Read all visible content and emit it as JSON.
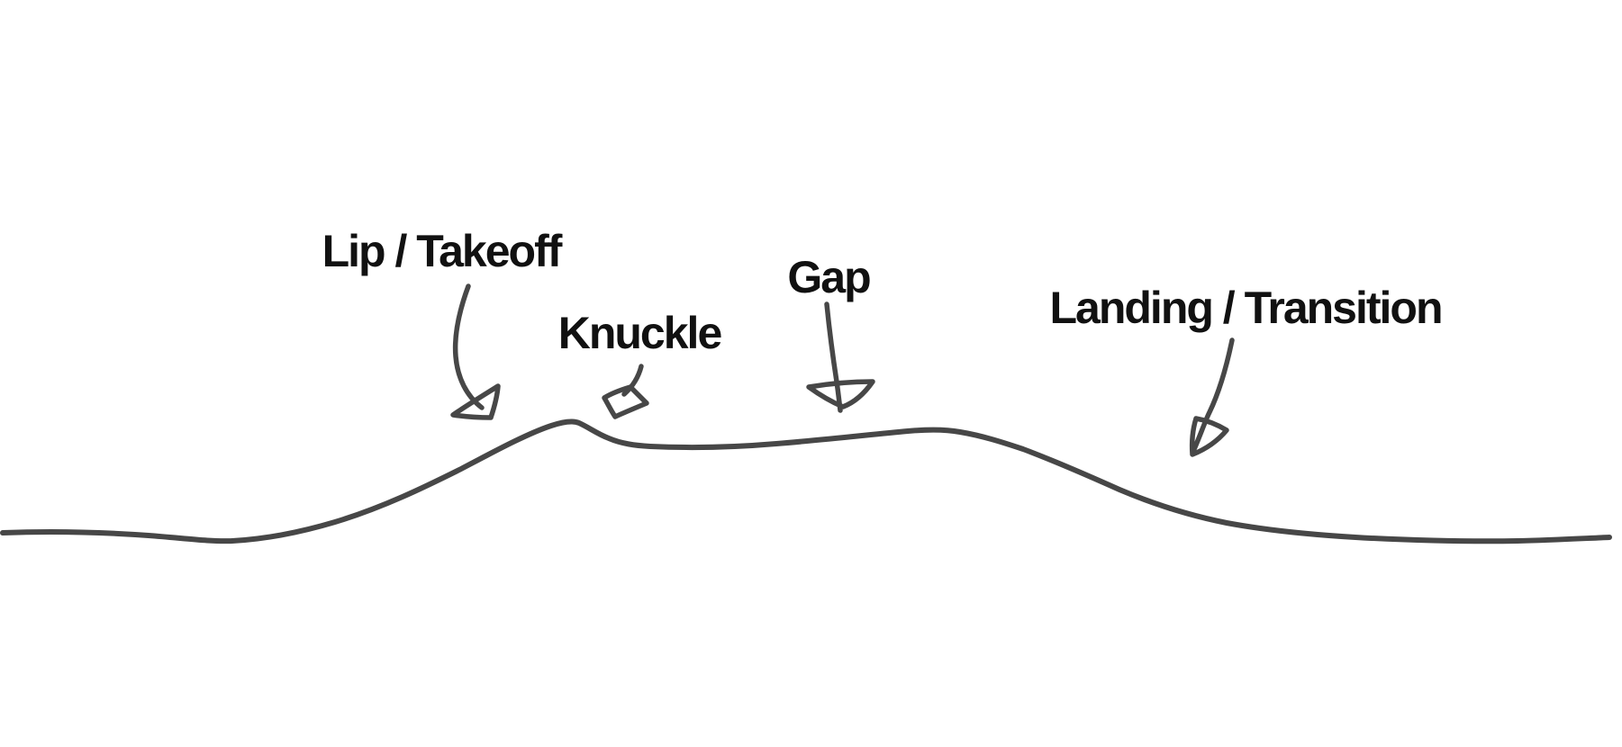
{
  "diagram": {
    "background_color": "#ffffff",
    "ink_color": "#474747",
    "text_color": "#111111",
    "annotations": [
      {
        "text": "Lip / Takeoff",
        "icon": "curved-arrow-down-icon"
      },
      {
        "text": "Knuckle",
        "icon": "curved-arrow-down-icon"
      },
      {
        "text": "Gap",
        "icon": "curved-arrow-down-icon"
      },
      {
        "text": "Landing / Transition",
        "icon": "curved-arrow-down-icon"
      }
    ]
  }
}
